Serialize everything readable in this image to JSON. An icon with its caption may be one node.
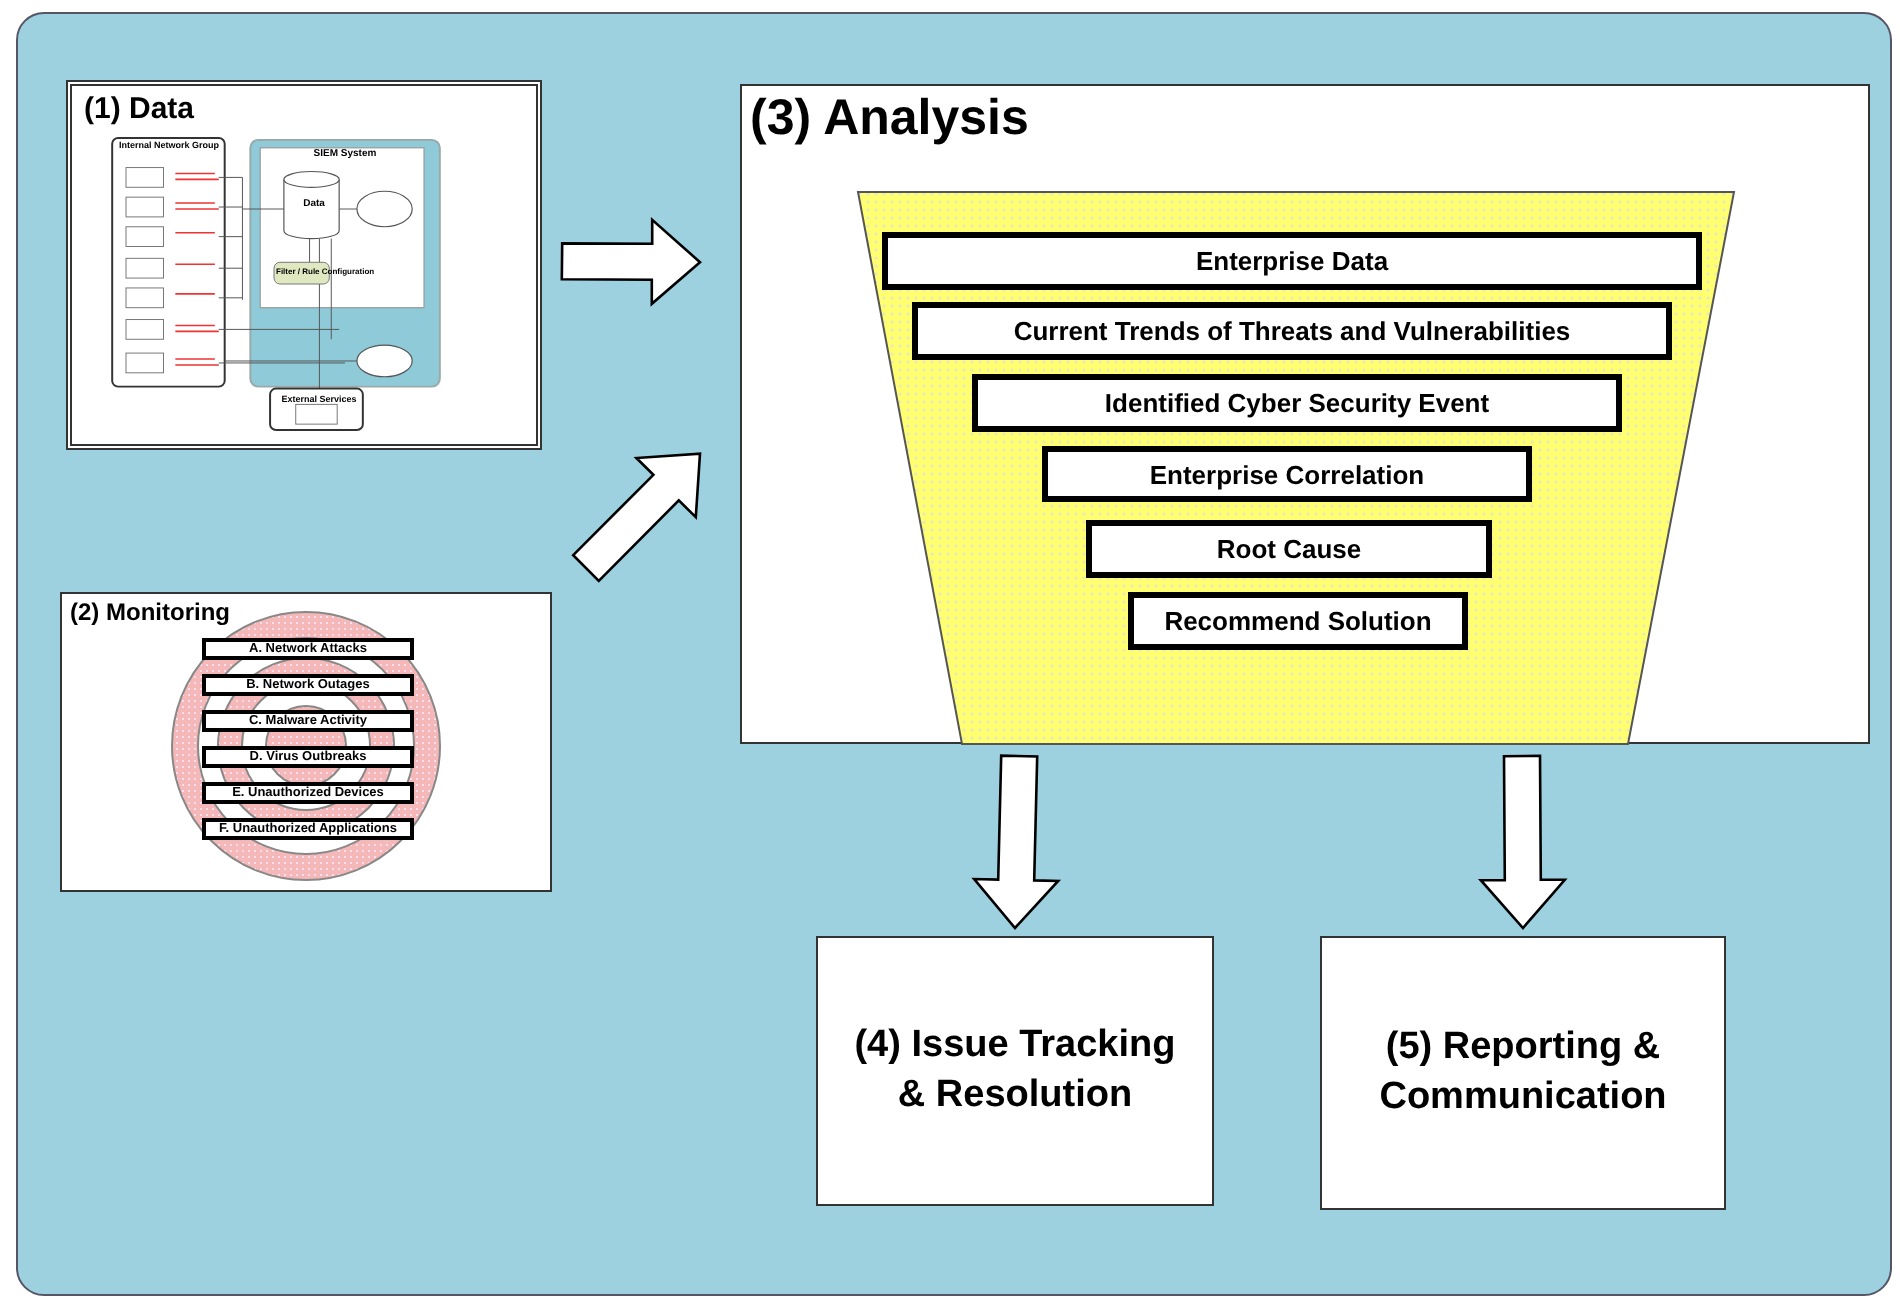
{
  "diagram": {
    "nodes": [
      {
        "text": [
          "(1) Data"
        ]
      },
      {
        "text": [
          "(2) Monitoring"
        ]
      },
      {
        "text": [
          "A. Network Attacks"
        ],
        "in": 1
      },
      {
        "text": [
          "B. Network Outages"
        ],
        "in": 1
      },
      {
        "text": [
          "C. Malware Activity"
        ],
        "in": 1
      },
      {
        "text": [
          "D. Virus Outbreaks"
        ],
        "in": 1
      },
      {
        "text": [
          "E. Unauthorized Devices"
        ],
        "in": 1
      },
      {
        "text": [
          "F. Unauthorized Applications"
        ],
        "in": 1
      },
      {
        "text": [
          "(3) Analysis"
        ]
      },
      {
        "text": [
          "Enterprise Data"
        ],
        "in": 8
      },
      {
        "text": [
          "Current Trends of Threats and Vulnerabilities"
        ],
        "in": 8
      },
      {
        "text": [
          "Identified Cyber Security Event"
        ],
        "in": 8
      },
      {
        "text": [
          "Enterprise Correlation"
        ],
        "in": 8
      },
      {
        "text": [
          "Root Cause"
        ],
        "in": 8
      },
      {
        "text": [
          "Recommend Solution"
        ],
        "in": 8
      },
      {
        "text": [
          "(4) Issue Tracking & Resolution"
        ]
      },
      {
        "text": [
          "(5) Reporting & Communication"
        ]
      }
    ],
    "edges": [
      {
        "from": 0,
        "to": 8,
        "arrow": "to"
      },
      {
        "from": 1,
        "to": 8,
        "arrow": "to"
      },
      {
        "from": 8,
        "to": 15,
        "arrow": "to"
      },
      {
        "from": 8,
        "to": 16,
        "arrow": "to"
      }
    ],
    "labels": [
      "Internal Network Group",
      "SIEM System",
      "Data",
      "Filter / Rule Configuration",
      "External Services"
    ]
  }
}
